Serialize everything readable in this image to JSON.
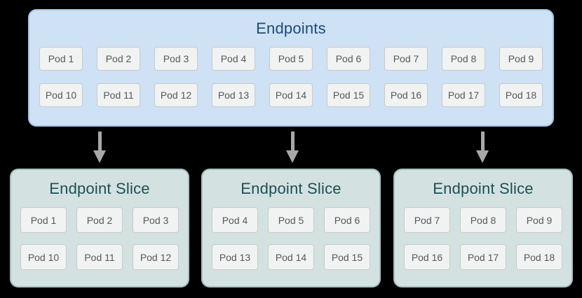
{
  "diagram": {
    "background_color": "#000000",
    "arrow_color": "#a8a8a8",
    "endpoints": {
      "title": "Endpoints",
      "fill_color": "#cfe1f4",
      "border_color": "#a6c6e7",
      "title_color": "#1a4a7a",
      "pods": [
        "Pod 1",
        "Pod 2",
        "Pod 3",
        "Pod 4",
        "Pod 5",
        "Pod 6",
        "Pod 7",
        "Pod 8",
        "Pod 9",
        "Pod 10",
        "Pod 11",
        "Pod 12",
        "Pod 13",
        "Pod 14",
        "Pod 15",
        "Pod 16",
        "Pod 17",
        "Pod 18"
      ]
    },
    "slice_style": {
      "fill_color": "#d3e2e1",
      "border_color": "#a3c2c3",
      "title_color": "#1f4e55"
    },
    "pod_style": {
      "fill_color": "#f1f2f2",
      "border_color": "#c7cacc",
      "text_color": "#55585b"
    },
    "slices": [
      {
        "title": "Endpoint Slice",
        "pods": [
          "Pod 1",
          "Pod 2",
          "Pod 3",
          "Pod 10",
          "Pod 11",
          "Pod 12"
        ]
      },
      {
        "title": "Endpoint Slice",
        "pods": [
          "Pod 4",
          "Pod 5",
          "Pod 6",
          "Pod 13",
          "Pod 14",
          "Pod 15"
        ]
      },
      {
        "title": "Endpoint Slice",
        "pods": [
          "Pod 7",
          "Pod 8",
          "Pod 9",
          "Pod 16",
          "Pod 17",
          "Pod 18"
        ]
      }
    ]
  }
}
